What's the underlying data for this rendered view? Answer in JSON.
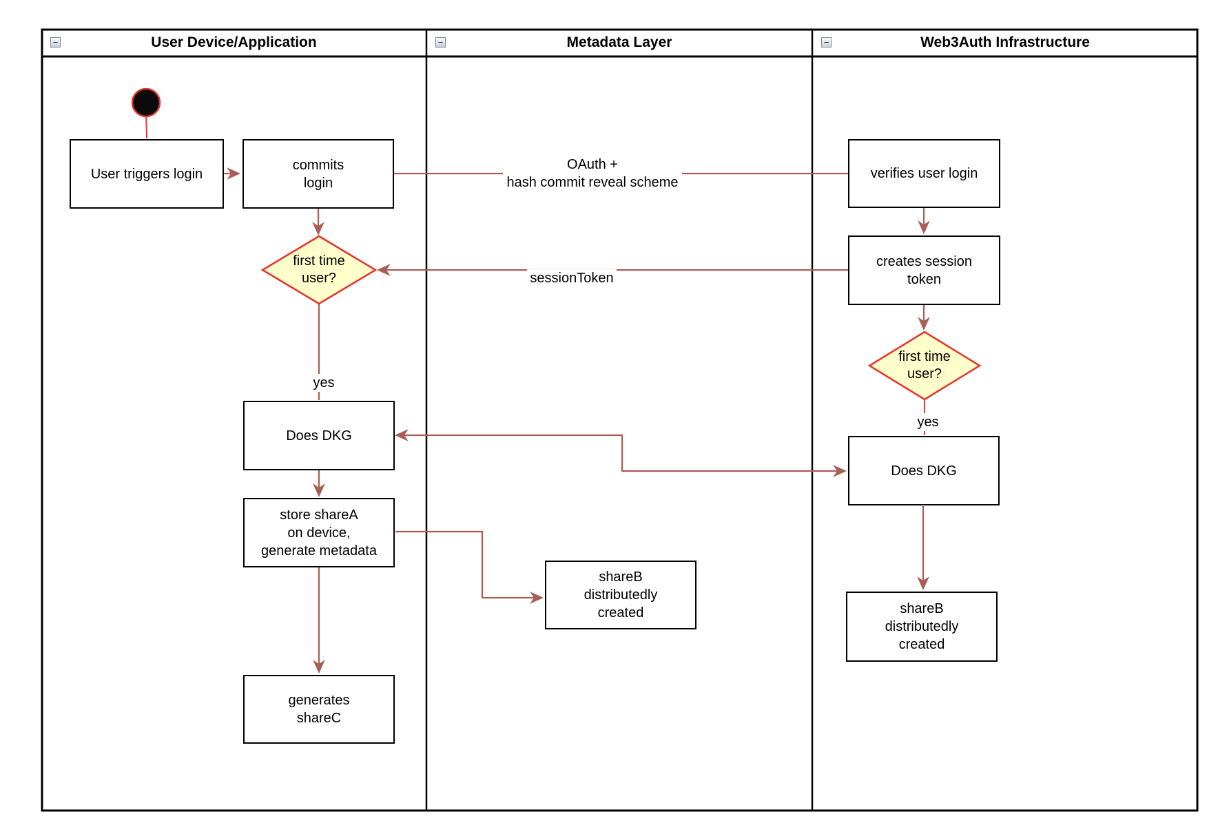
{
  "diagram": {
    "type": "activity-swimlane-flowchart",
    "lanes": [
      {
        "title": "User Device/Application",
        "collapse_icon": "−"
      },
      {
        "title": "Metadata Layer",
        "collapse_icon": "−"
      },
      {
        "title": "Web3Auth Infrastructure",
        "collapse_icon": "−"
      }
    ],
    "nodes": {
      "user_triggers_login": "User triggers login",
      "commits_login": "commits\nlogin",
      "verifies_user_login": "verifies user login",
      "creates_session_token": "creates session\ntoken",
      "first_time_user_device": "first time\nuser?",
      "first_time_user_infra": "first time\nuser?",
      "does_dkg_device": "Does DKG",
      "does_dkg_infra": "Does DKG",
      "store_sharea": "store shareA\non device,\ngenerate metadata",
      "generates_sharec": "generates\nshareC",
      "shareb_metadata": "shareB\ndistributedly\ncreated",
      "shareb_infra": "shareB\ndistributedly\ncreated"
    },
    "edge_labels": {
      "oauth": "OAuth +\nhash commit reveal scheme",
      "session_token": "sessionToken",
      "yes_device": "yes",
      "yes_infra": "yes"
    },
    "colors": {
      "connector": "#a85d55",
      "start_node_ring": "#e8332a",
      "decision_fill": "#ffffcc",
      "decision_border": "#e8332a",
      "lane_border": "#000000"
    }
  }
}
